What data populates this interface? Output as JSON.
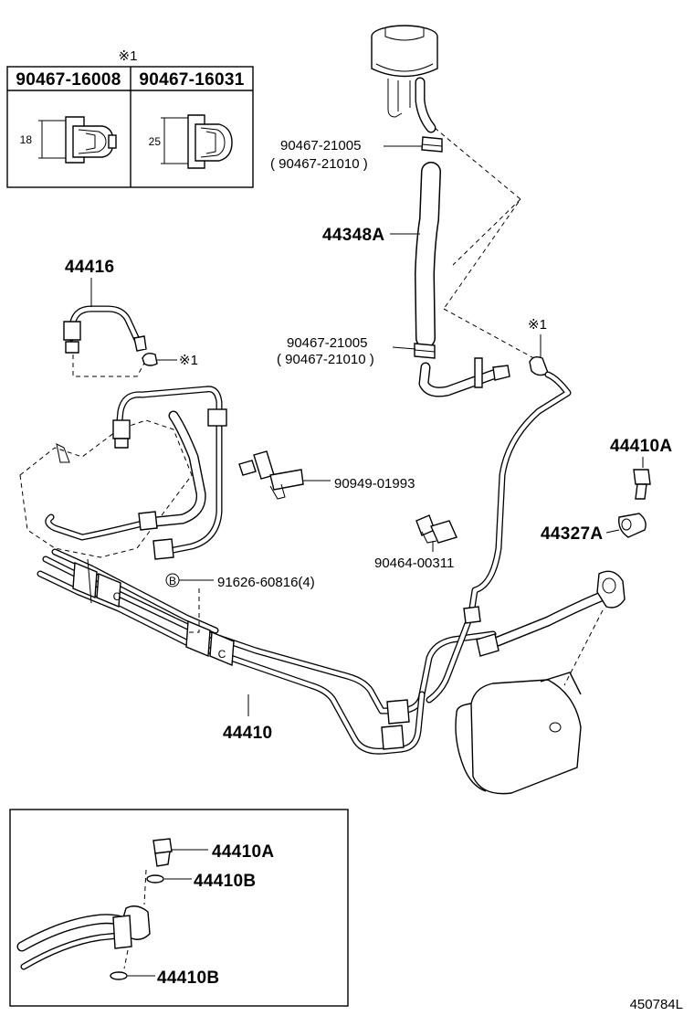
{
  "clamp_table": {
    "header_mark": "※1",
    "cols": [
      {
        "part": "90467-16008",
        "dim": "18"
      },
      {
        "part": "90467-16031",
        "dim": "25"
      }
    ]
  },
  "labels": {
    "clamp_upper_a": "90467-21005",
    "clamp_upper_b": "( 90467-21010 )",
    "hose_44348a": "44348A",
    "clamp_lower_a": "90467-21005",
    "clamp_lower_b": "( 90467-21010 )",
    "mark_right": "※1",
    "tube_44416": "44416",
    "mark_left": "※1",
    "clamp_90949": "90949-01993",
    "clamp_90464": "90464-00311",
    "bolt_44410a": "44410A",
    "gasket_44327a": "44327A",
    "circle_b": "B",
    "bolt_91626": "91626-60816(4)",
    "clamp_c_1": "C",
    "clamp_c_2": "C",
    "pipe_44410": "44410"
  },
  "inset": {
    "bolt": "44410A",
    "washer_upper": "44410B",
    "washer_lower": "44410B"
  },
  "footer": {
    "code": "450784L"
  }
}
